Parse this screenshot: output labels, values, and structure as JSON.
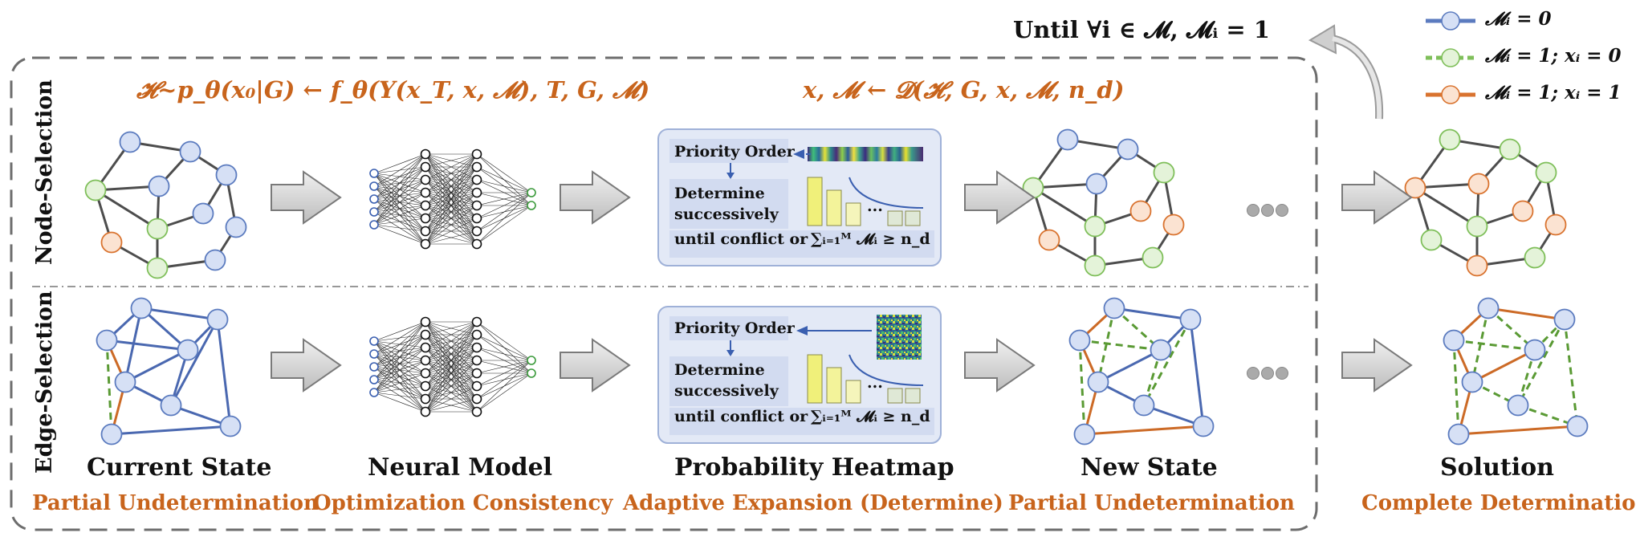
{
  "loop_label": "Until ∀i ∈ 𝓜, 𝓜ᵢ = 1",
  "legend": [
    {
      "label": "𝓜ᵢ = 0",
      "color": "#5b7bbf",
      "fill": "#d6e0f5",
      "dashed": false
    },
    {
      "label": "𝓜ᵢ = 1; xᵢ = 0",
      "color": "#7fbf5a",
      "fill": "#e4f3d9",
      "dashed": true
    },
    {
      "label": "𝓜ᵢ = 1; xᵢ = 1",
      "color": "#d9732f",
      "fill": "#fbe3d2",
      "dashed": false
    }
  ],
  "formula_left": "𝓗~p_θ(x₀|G) ← f_θ(Y(x_T, x, 𝓜), T, G, 𝓜)",
  "formula_right": "x, 𝓜 ← 𝓓(𝓗, G, x, 𝓜, n_d)",
  "row_labels": {
    "top": "Node-Selection",
    "bottom": "Edge-Selection"
  },
  "heatmap_box": {
    "priority": "Priority Order",
    "determine_line1": "Determine",
    "determine_line2": "successively",
    "until": "until conflict or",
    "sum": "∑ᵢ₌₁ᴹ 𝓜ᵢ ≥ n_d",
    "ellipsis": "..."
  },
  "columns": [
    {
      "title": "Current State",
      "subtitle": "Partial Undetermination"
    },
    {
      "title": "Neural Model",
      "subtitle": "Optimization Consistency"
    },
    {
      "title": "Probability Heatmap",
      "subtitle": "Adaptive Expansion (Determine)"
    },
    {
      "title": "New State",
      "subtitle": "Partial Undetermination"
    },
    {
      "title": "Solution",
      "subtitle": "Complete Determination"
    }
  ],
  "colors": {
    "blue_node": "#d6e0f5",
    "blue_stroke": "#5b7bbf",
    "green_node": "#e4f3d9",
    "green_stroke": "#7fbf5a",
    "orange_node": "#fbe3d2",
    "orange_stroke": "#d9732f",
    "edge_dark": "#4d4d4d",
    "edge_blue": "#4a68b0",
    "edge_orange": "#cc6a26",
    "edge_green": "#5a9a34",
    "accent_text": "#c8641c",
    "box_fill": "#e3e9f6",
    "box_stroke": "#9fb1d8"
  }
}
